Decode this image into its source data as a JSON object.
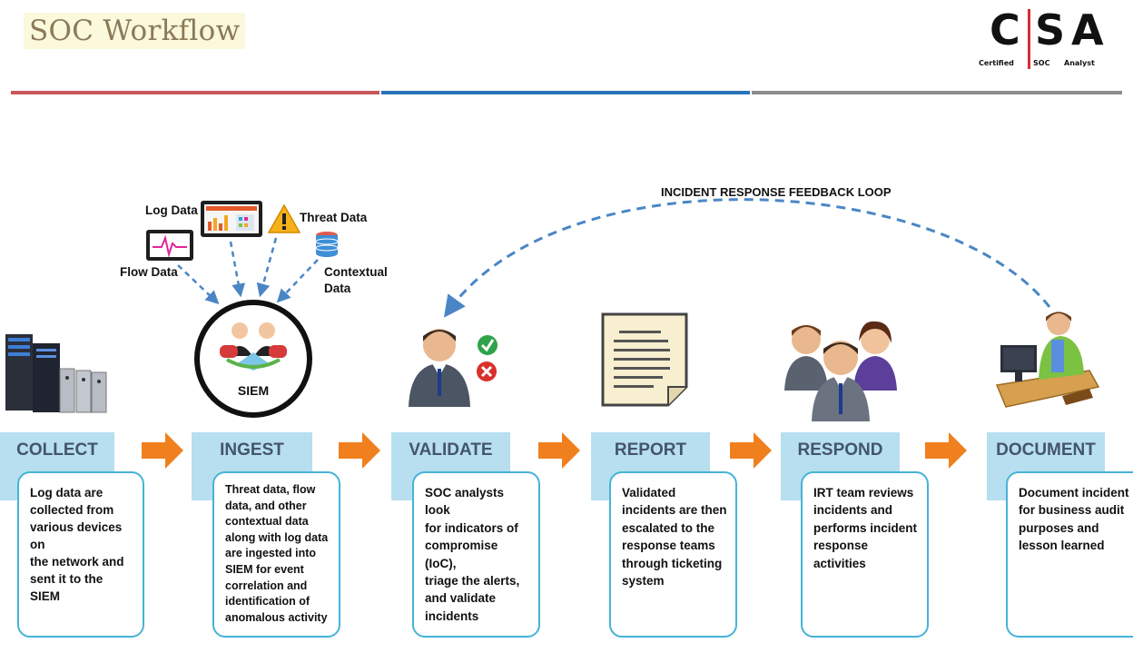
{
  "header": {
    "title": "SOC Workflow"
  },
  "logo": {
    "letters": [
      "C",
      "S",
      "A"
    ],
    "sub": [
      "Certified",
      "SOC",
      "Analyst"
    ]
  },
  "colors": {
    "rule_red": "#c9565a",
    "rule_blue": "#2a73b8",
    "rule_gray": "#8c8c8c",
    "accent_arrow": "#f0801e",
    "box_border": "#46b3d7",
    "tab_fill": "#b7dff0",
    "dashed": "#4a86c5"
  },
  "feedback_loop": {
    "label": "INCIDENT RESPONSE FEEDBACK LOOP"
  },
  "sources": {
    "log": "Log Data",
    "threat": "Threat Data",
    "flow": "Flow Data",
    "contextual": [
      "Contextual",
      "Data"
    ]
  },
  "siem": {
    "label": "SIEM"
  },
  "steps": [
    {
      "label": "COLLECT",
      "icon": "servers-icon",
      "lines": [
        "Log data are",
        "collected from",
        "various devices on",
        "the network and",
        "sent it to the SIEM"
      ]
    },
    {
      "label": "INGEST",
      "icon": "siem-icon",
      "lines": [
        "Threat data, flow",
        "data, and other",
        "contextual data",
        "along with log data",
        "are ingested into",
        "SIEM for event",
        "correlation and",
        "identification of",
        "anomalous activity"
      ]
    },
    {
      "label": "VALIDATE",
      "icon": "analyst-icon",
      "lines": [
        "SOC analysts look",
        "for indicators of",
        "compromise (IoC),",
        "triage the alerts,",
        "and validate",
        "incidents"
      ]
    },
    {
      "label": "REPORT",
      "icon": "document-icon",
      "lines": [
        "Validated",
        "incidents are then",
        "escalated to the",
        "response teams",
        "through ticketing",
        "system"
      ]
    },
    {
      "label": "RESPOND",
      "icon": "team-icon",
      "lines": [
        "IRT team reviews",
        "incidents and",
        "performs incident",
        "response activities"
      ]
    },
    {
      "label": "DOCUMENT",
      "icon": "desk-worker-icon",
      "lines": [
        "Document incident",
        "for business audit",
        "purposes and",
        "lesson learned"
      ]
    }
  ]
}
